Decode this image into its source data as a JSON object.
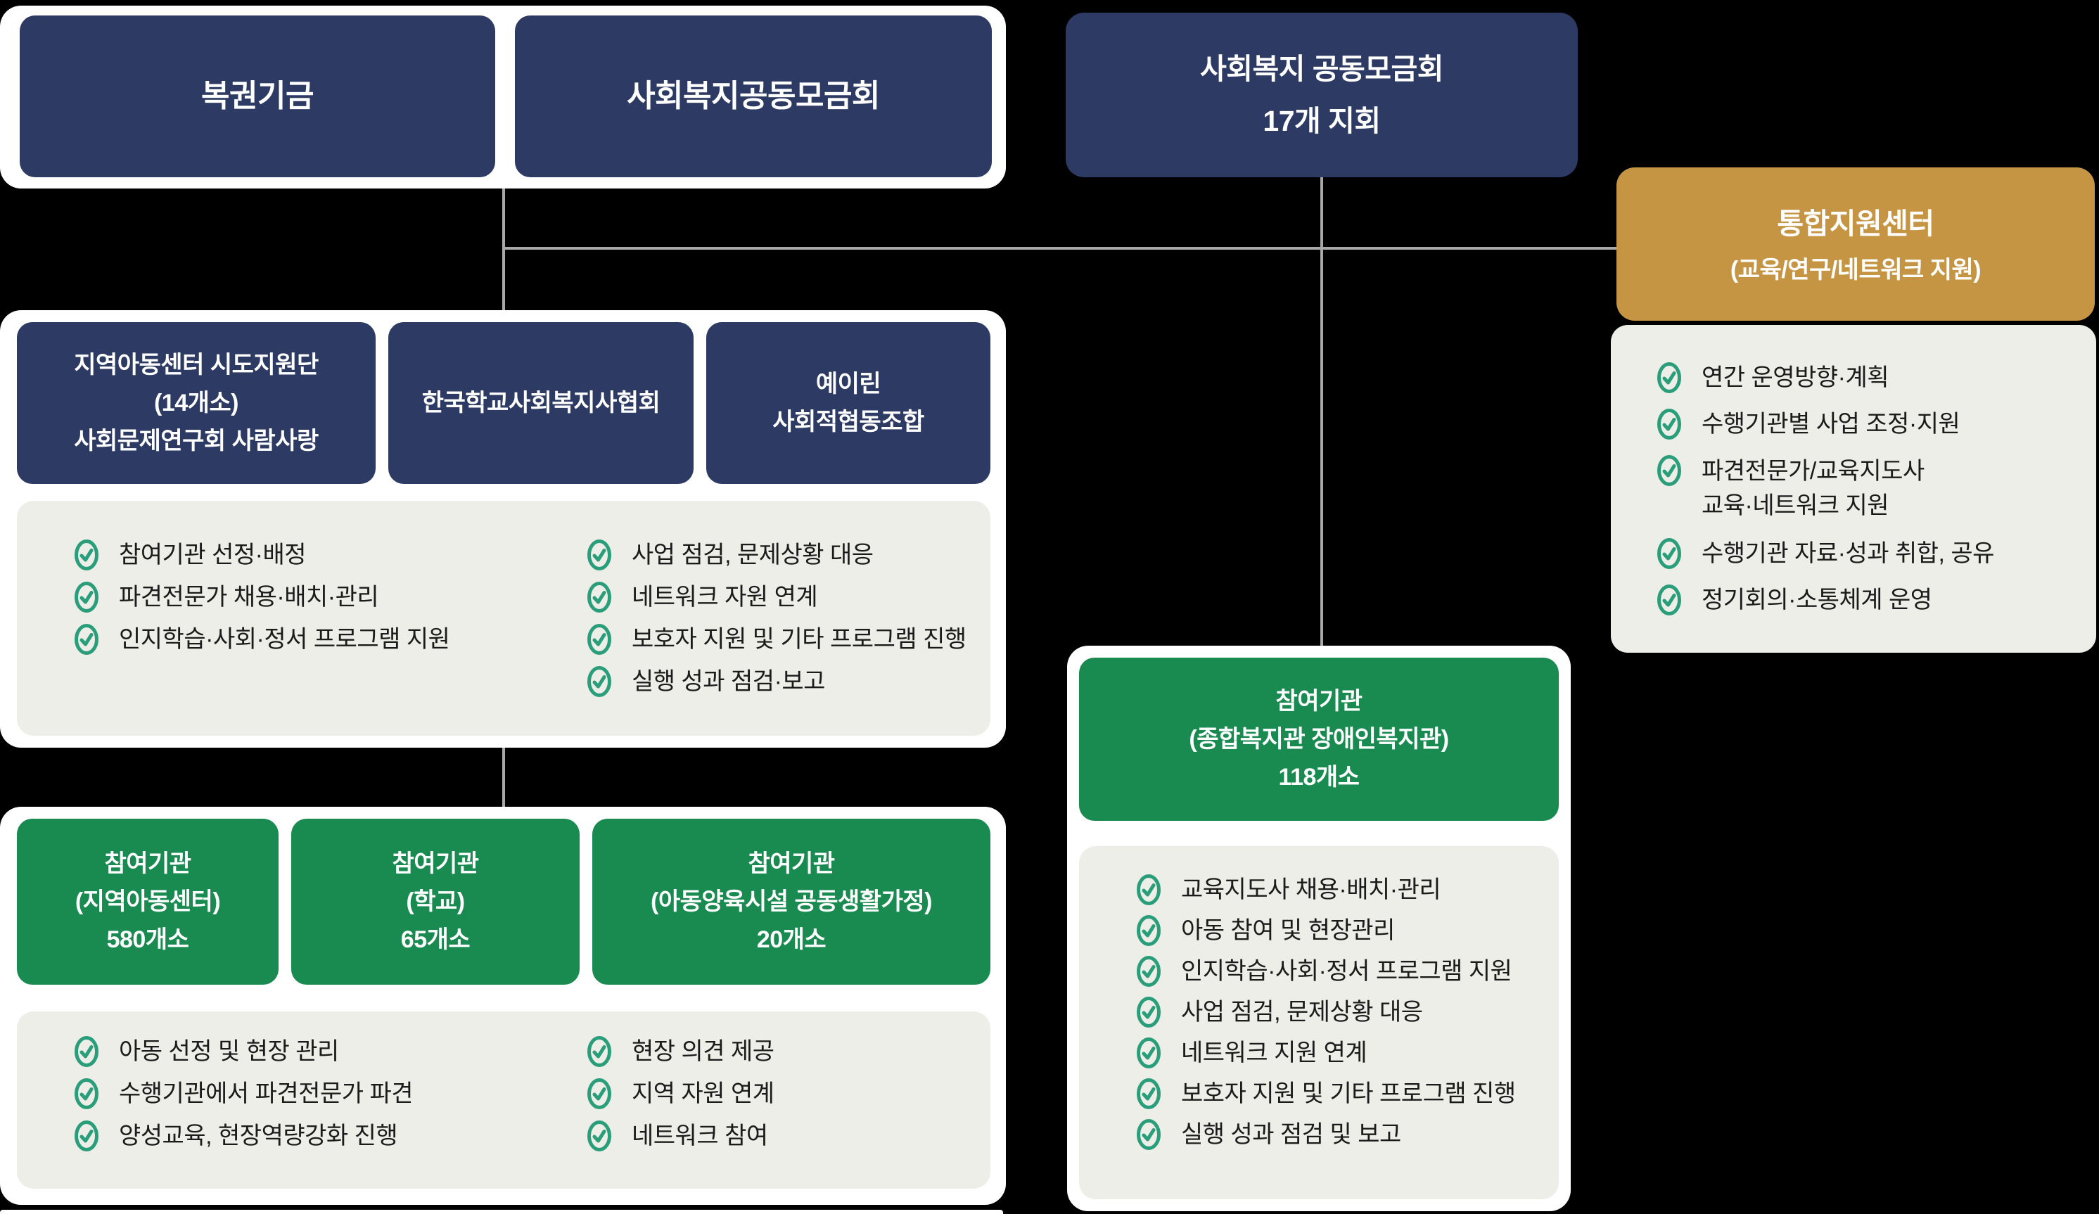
{
  "colors": {
    "background": "#000000",
    "panel_white": "#ffffff",
    "panel_beige": "#edeee7",
    "navy": "#2d3b64",
    "green": "#1a8b50",
    "gold": "#c59544",
    "check_green": "#2a9e7b",
    "connector_gray": "#a8a8a8",
    "text_dark": "#1b1b1b"
  },
  "funders": {
    "boxes": [
      {
        "label": "복권기금"
      },
      {
        "label": "사회복지공동모금회"
      }
    ]
  },
  "branches": {
    "line1": "사회복지 공동모금회",
    "line2": "17개 지회"
  },
  "support_center": {
    "title": "통합지원센터",
    "subtitle": "(교육/연구/네트워크 지원)",
    "tasks": [
      {
        "line1": "연간 운영방향·계획"
      },
      {
        "line1": "수행기관별 사업 조정·지원"
      },
      {
        "line1": "파견전문가/교육지도사",
        "line2": "교육·네트워크 지원"
      },
      {
        "line1": "수행기관 자료·성과 취합, 공유"
      },
      {
        "line1": "정기회의·소통체계 운영"
      }
    ]
  },
  "operators": {
    "boxes": [
      {
        "line1": "지역아동센터 시도지원단",
        "line2": "(14개소)",
        "line3": "사회문제연구회 사람사랑"
      },
      {
        "line1": "한국학교사회복지사협회"
      },
      {
        "line1": "예이린",
        "line2": "사회적협동조합"
      }
    ],
    "tasks_col1": [
      "참여기관 선정·배정",
      "파견전문가 채용·배치·관리",
      "인지학습·사회·정서 프로그램 지원"
    ],
    "tasks_col2": [
      "사업 점검, 문제상황 대응",
      "네트워크 자원 연계",
      "보호자 지원 및 기타 프로그램 진행",
      "실행 성과 점검·보고"
    ]
  },
  "participants_left": {
    "boxes": [
      {
        "line1": "참여기관",
        "line2": "(지역아동센터)",
        "line3": "580개소"
      },
      {
        "line1": "참여기관",
        "line2": "(학교)",
        "line3": "65개소"
      },
      {
        "line1": "참여기관",
        "line2": "(아동양육시설 공동생활가정)",
        "line3": "20개소"
      }
    ],
    "tasks_col1": [
      "아동 선정 및 현장 관리",
      "수행기관에서 파견전문가 파견",
      "양성교육, 현장역량강화 진행"
    ],
    "tasks_col2": [
      "현장 의견 제공",
      "지역 자원 연계",
      "네트워크 참여"
    ]
  },
  "participants_right": {
    "box": {
      "line1": "참여기관",
      "line2": "(종합복지관 장애인복지관)",
      "line3": "118개소"
    },
    "tasks": [
      "교육지도사 채용·배치·관리",
      "아동 참여 및 현장관리",
      "인지학습·사회·정서 프로그램 지원",
      "사업 점검, 문제상황 대응",
      "네트워크 지원 연계",
      "보호자 지원 및 기타 프로그램 진행",
      "실행 성과 점검 및 보고"
    ]
  }
}
